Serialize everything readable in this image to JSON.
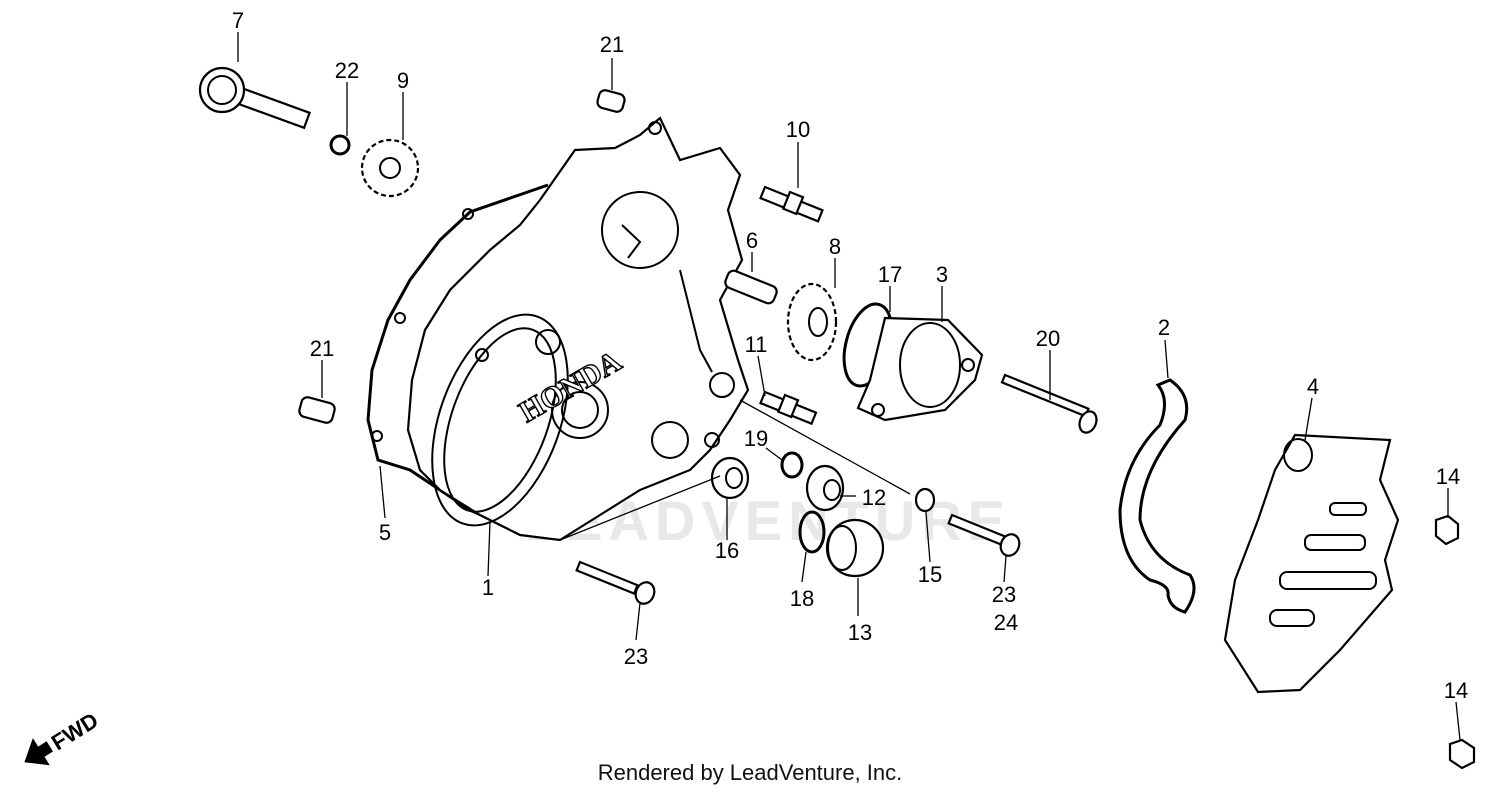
{
  "watermark": "LEADVENTURE",
  "brand_cast_text": "HONDA",
  "credit": "Rendered by LeadVenture, Inc.",
  "direction_indicator": {
    "label": "FWD",
    "icon": "arrow-left-icon"
  },
  "callouts": {
    "c1": "1",
    "c2": "2",
    "c3": "3",
    "c4": "4",
    "c5": "5",
    "c6": "6",
    "c7": "7",
    "c8": "8",
    "c9": "9",
    "c10": "10",
    "c11": "11",
    "c12": "12",
    "c13": "13",
    "c14a": "14",
    "c14b": "14",
    "c15": "15",
    "c16": "16",
    "c17": "17",
    "c18": "18",
    "c19": "19",
    "c20": "20",
    "c21a": "21",
    "c21b": "21",
    "c22": "22",
    "c23a": "23",
    "c23b": "23",
    "c24": "24"
  }
}
